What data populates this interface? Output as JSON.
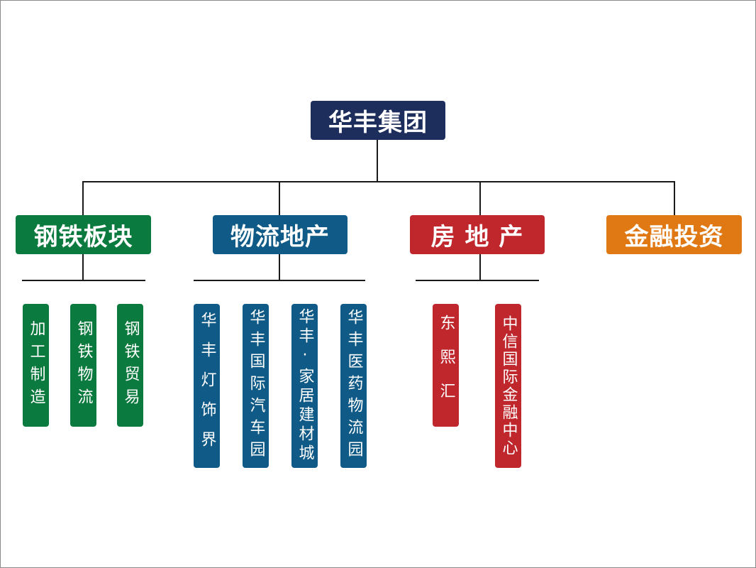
{
  "colors": {
    "root": "#1d2d5c",
    "steel": "#0b7a3e",
    "logistics": "#0f5a86",
    "realestate": "#c0272d",
    "finance": "#e07814"
  },
  "root": {
    "label": "华丰集团"
  },
  "categories": [
    {
      "label": "钢铁板块",
      "children": [
        "加工制造",
        "钢铁物流",
        "钢铁贸易"
      ]
    },
    {
      "label": "物流地产",
      "children": [
        "华丰灯饰界",
        "华丰国际汽车园",
        "华丰·家居建材城",
        "华丰医药物流园"
      ]
    },
    {
      "label": "房 地 产",
      "children": [
        "东熙汇",
        "中信国际金融中心"
      ]
    },
    {
      "label": "金融投资",
      "children": []
    }
  ]
}
